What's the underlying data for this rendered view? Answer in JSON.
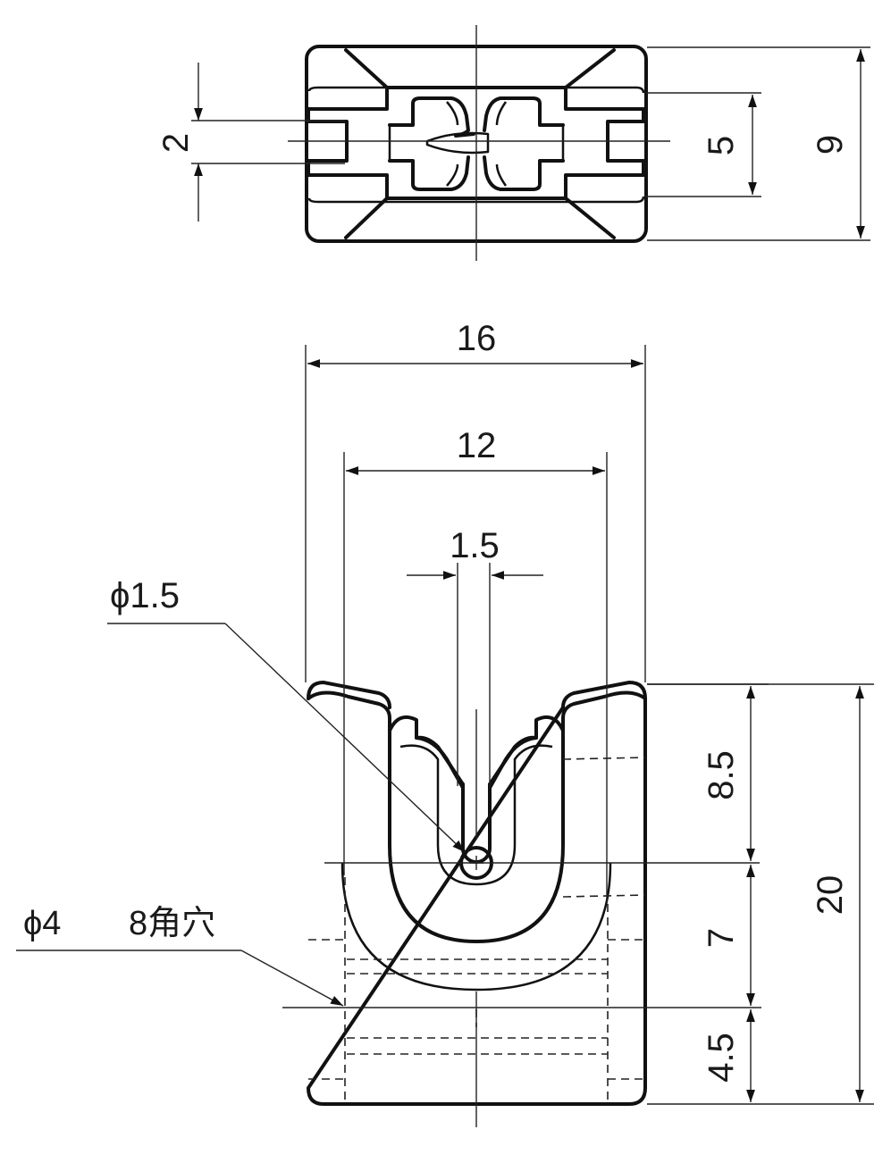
{
  "top_view": {
    "dim_slot_width": "2",
    "dim_inner_height": "5",
    "dim_total_height": "9"
  },
  "front_view": {
    "dim_total_width": "16",
    "dim_inner_width": "12",
    "dim_slit_width": "1.5",
    "dim_hole_callout": "ϕ1.5",
    "dim_square_hole_size": "ϕ4",
    "dim_square_hole_type": "8角穴",
    "dim_upper_height": "8.5",
    "dim_middle_height": "7",
    "dim_lower_height": "4.5",
    "dim_total_height": "20"
  }
}
